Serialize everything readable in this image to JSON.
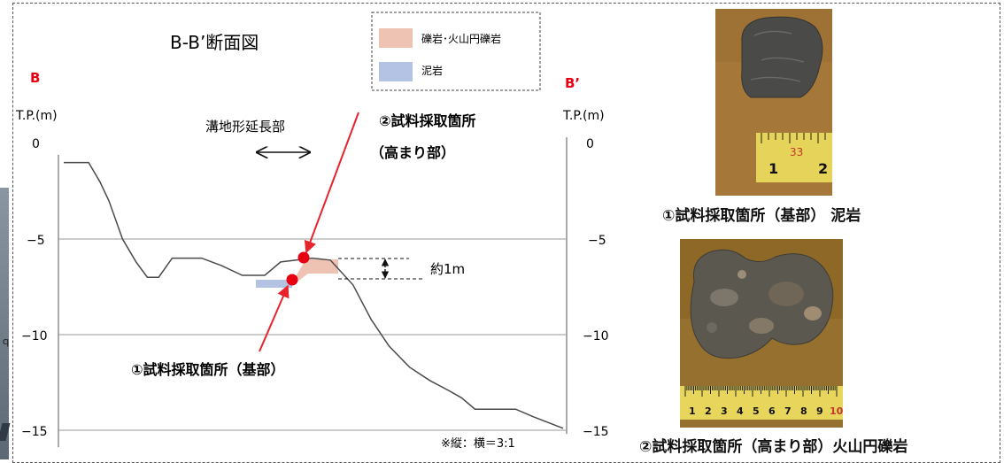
{
  "title": "B-B’断面図",
  "left_end": "B",
  "right_end": "B’",
  "axis_unit_left": "T.P.(m)",
  "axis_unit_right": "T.P.(m)",
  "y_ticks": [
    "0",
    "−5",
    "−10",
    "−15"
  ],
  "legend": {
    "items": [
      {
        "label": "礫岩･火山円礫岩",
        "color": "#efc3b3"
      },
      {
        "label": "泥岩",
        "color": "#b4c3e3"
      }
    ]
  },
  "annotations": {
    "trench_extension": "溝地形延長部",
    "sample2_line1": "②試料採取箇所",
    "sample2_line2": "（高まり部）",
    "sample1": "①試料採取箇所（基部）",
    "height_label": "約1m",
    "scale_note": "※縦：横＝3:1"
  },
  "captions": {
    "photo1": "①試料採取箇所（基部） 泥岩",
    "photo2": "②試料採取箇所（高まり部）火山円礫岩"
  },
  "photo_scale": {
    "photo1_labels": [
      "33",
      "1",
      "2"
    ],
    "photo2_labels": [
      "1",
      "2",
      "3",
      "4",
      "5",
      "6",
      "7",
      "8",
      "9",
      "10"
    ]
  },
  "colors": {
    "marker_red": "#e60012",
    "arrow_red": "#e8232c",
    "end_label_red": "#e60012",
    "grid": "#9a9a9a",
    "profile": "#4a4a4a"
  },
  "chart_data": {
    "type": "line",
    "title": "B-B’断面図",
    "ylabel": "T.P.(m)",
    "ylim": [
      -15,
      0
    ],
    "yticks": [
      0,
      -5,
      -10,
      -15
    ],
    "grid_lines_at": [
      -5,
      -10,
      -15
    ],
    "series": [
      {
        "points": [
          [
            0.0,
            -1.0
          ],
          [
            0.55,
            -1.0
          ],
          [
            0.8,
            -2.0
          ],
          [
            1.0,
            -3.0
          ],
          [
            1.3,
            -5.0
          ],
          [
            1.6,
            -6.2
          ],
          [
            1.85,
            -7.0
          ],
          [
            2.1,
            -7.0
          ],
          [
            2.4,
            -6.0
          ],
          [
            3.05,
            -6.0
          ],
          [
            3.5,
            -6.4
          ],
          [
            3.95,
            -6.9
          ],
          [
            4.45,
            -6.9
          ],
          [
            4.8,
            -6.2
          ],
          [
            5.5,
            -6.0
          ],
          [
            5.9,
            -6.1
          ],
          [
            6.4,
            -7.4
          ],
          [
            6.8,
            -9.2
          ],
          [
            7.2,
            -10.6
          ],
          [
            7.65,
            -11.7
          ],
          [
            8.1,
            -12.4
          ],
          [
            8.5,
            -12.9
          ],
          [
            8.8,
            -13.3
          ],
          [
            9.1,
            -13.9
          ],
          [
            10.0,
            -13.9
          ],
          [
            10.4,
            -14.3
          ],
          [
            11.05,
            -14.9
          ]
        ]
      }
    ]
  }
}
